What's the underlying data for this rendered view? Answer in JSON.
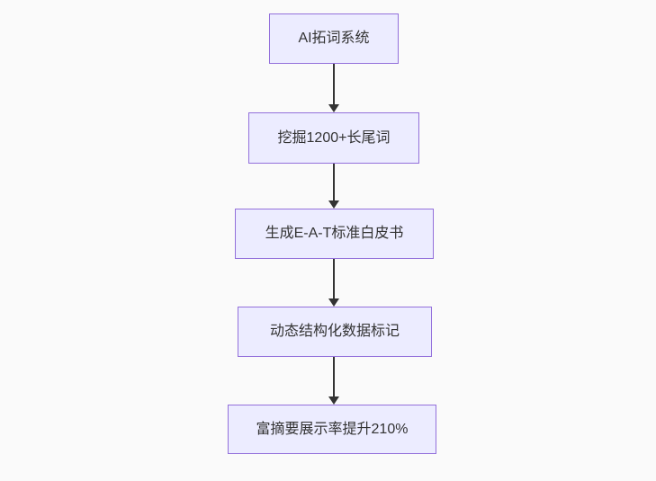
{
  "diagram": {
    "type": "flowchart-top-down",
    "colors": {
      "background": "#fafafa",
      "node_fill": "#ECECFF",
      "node_border": "#9370DB",
      "arrow": "#333333",
      "text": "#333333"
    },
    "nodes": [
      {
        "label": "AI拓词系统"
      },
      {
        "label": "挖掘1200+长尾词"
      },
      {
        "label": "生成E-A-T标准白皮书"
      },
      {
        "label": "动态结构化数据标记"
      },
      {
        "label": "富摘要展示率提升210%"
      }
    ],
    "edges": [
      {
        "from": 0,
        "to": 1
      },
      {
        "from": 1,
        "to": 2
      },
      {
        "from": 2,
        "to": 3
      },
      {
        "from": 3,
        "to": 4
      }
    ]
  }
}
